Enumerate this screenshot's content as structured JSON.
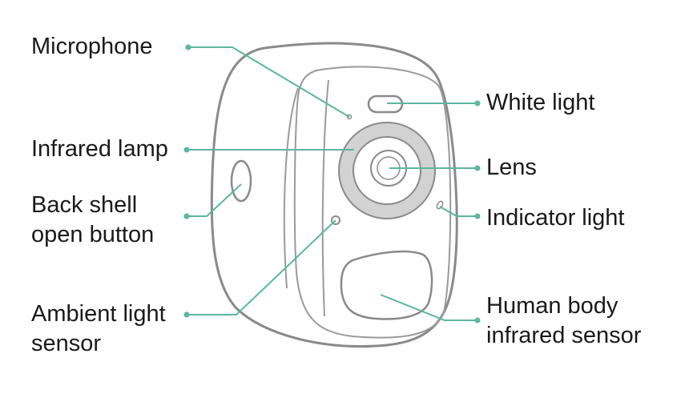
{
  "colors": {
    "leader": "#5bb79f",
    "outline": "#8a8a8a",
    "ring": "#d2d2d2",
    "text": "#1a1a1a"
  },
  "labels": {
    "microphone": "Microphone",
    "infrared_lamp": "Infrared lamp",
    "back_shell_open_button": [
      "Back shell",
      "open button"
    ],
    "ambient_light_sensor": [
      "Ambient light",
      "sensor"
    ],
    "white_light": "White light",
    "lens": "Lens",
    "indicator_light": "Indicator light",
    "human_body_infrared_sensor": [
      "Human body",
      "infrared sensor"
    ]
  }
}
